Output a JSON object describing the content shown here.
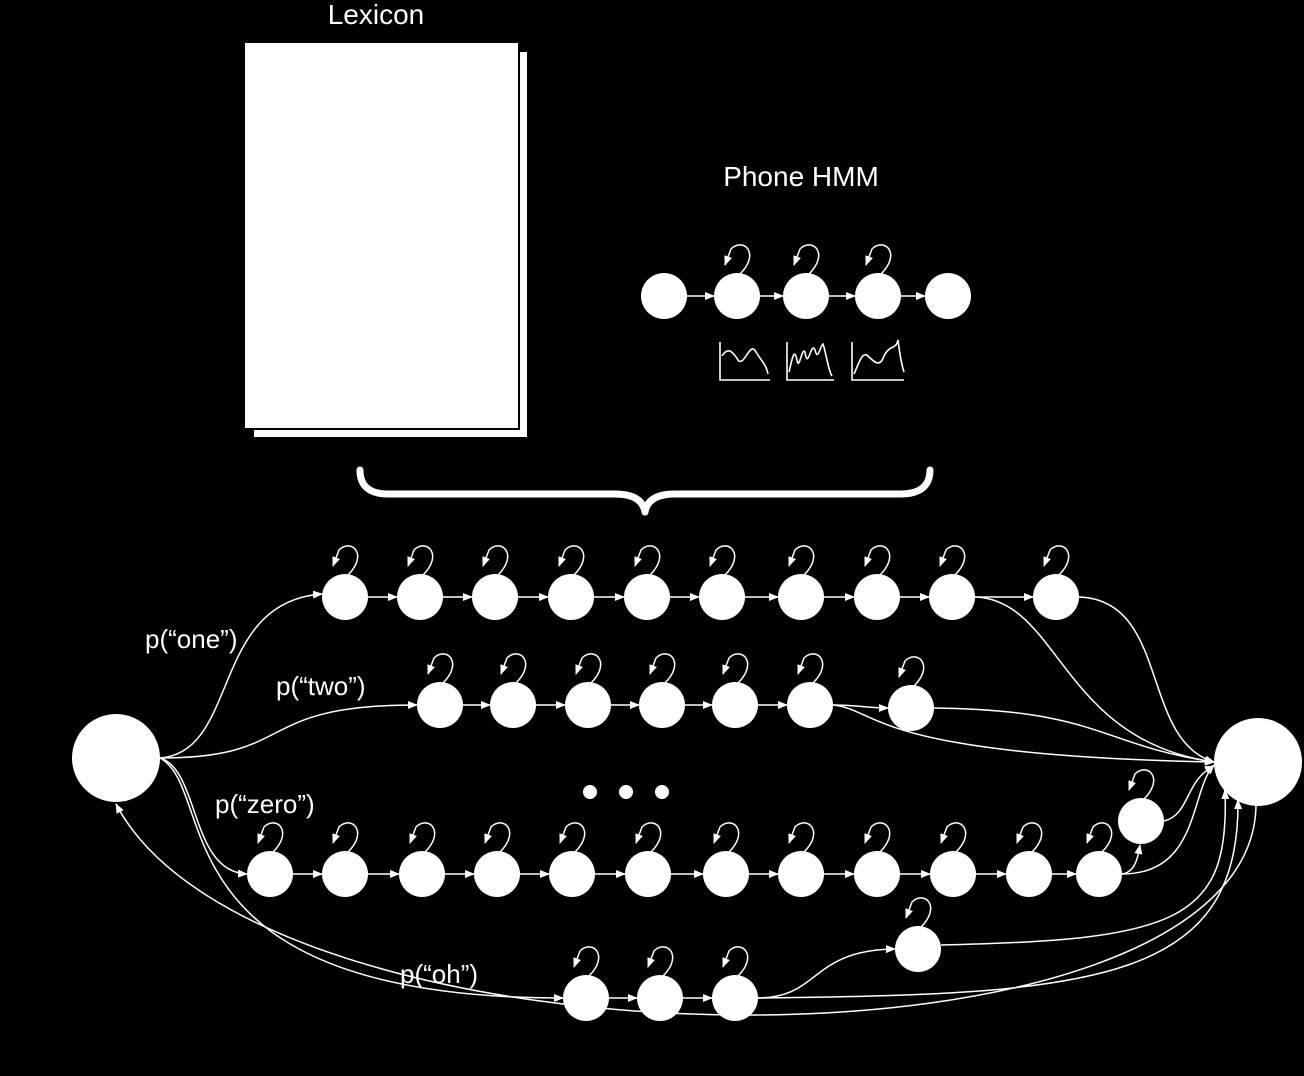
{
  "lexicon": {
    "title": "Lexicon"
  },
  "phone_hmm": {
    "title": "Phone HMM"
  },
  "word_models": [
    {
      "label": "p(“one”)"
    },
    {
      "label": "p(“two”)"
    },
    {
      "label": "p(“zero”)"
    },
    {
      "label": "p(“oh”)"
    }
  ],
  "colors": {
    "background": "#000000",
    "foreground": "#ffffff"
  }
}
